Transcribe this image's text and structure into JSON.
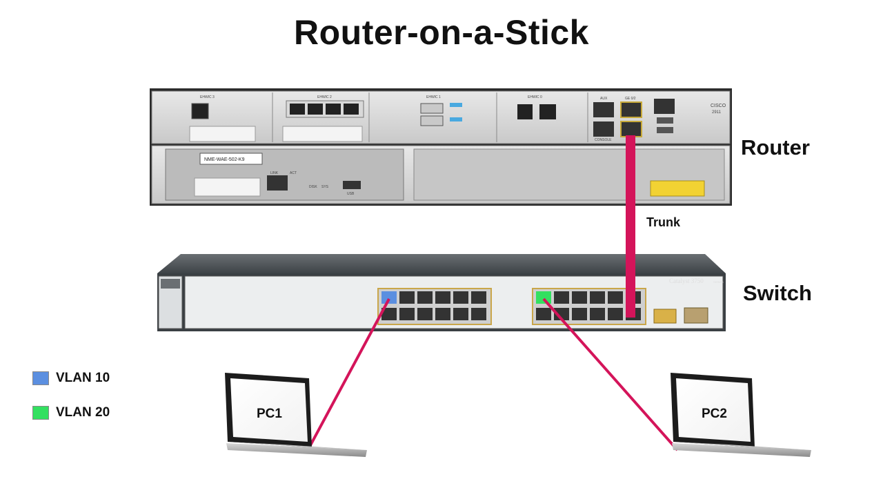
{
  "title": "Router-on-a-Stick",
  "labels": {
    "router": "Router",
    "switch": "Switch",
    "trunk": "Trunk",
    "pc1": "PC1",
    "pc2": "PC2"
  },
  "router_panel": {
    "slots": [
      "EHWIC 3",
      "EHWIC 2",
      "EHWIC 1",
      "EHWIC 0"
    ],
    "module": "NME-WAE-502-K9",
    "port_labels": [
      "GE 0/2",
      "AUX",
      "CONSOLE",
      "USB",
      "LINK",
      "ACT",
      "DISK",
      "SYS"
    ],
    "brand": "CISCO",
    "model": "2911"
  },
  "switch_panel": {
    "model_label": "Catalyst 3750",
    "series": "SERIES"
  },
  "legend": [
    {
      "label": "VLAN 10",
      "color": "#5b8fe0"
    },
    {
      "label": "VLAN 20",
      "color": "#33e060"
    }
  ],
  "colors": {
    "cable": "#d4145a",
    "vlan10": "#5b8fe0",
    "vlan20": "#33e060"
  }
}
